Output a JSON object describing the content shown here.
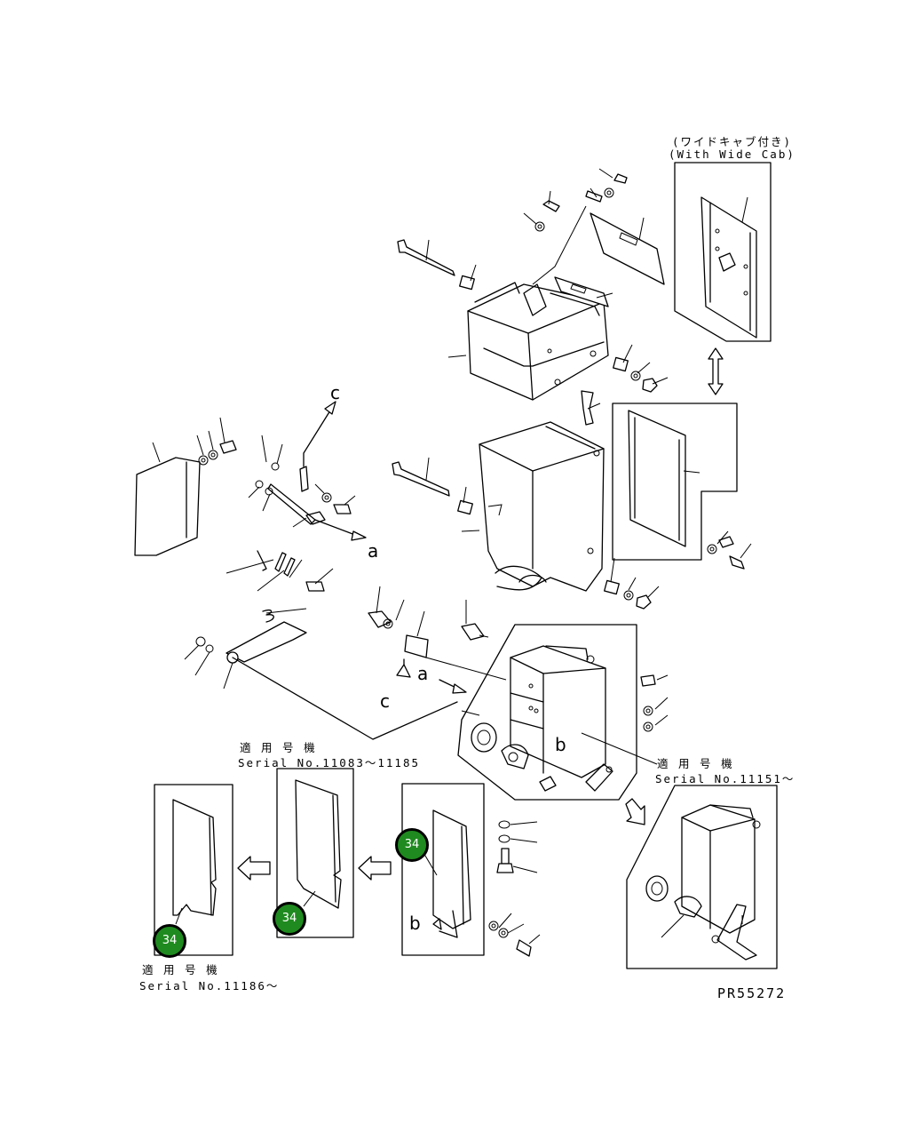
{
  "labels": {
    "wide_cab_jp": "(ワイドキャブ付き)",
    "wide_cab_en": "(With Wide Cab)",
    "serial_jp": "適 用 号 機",
    "serial_11151": "Serial No.11151～",
    "serial_11083": "Serial No.11083～11185",
    "serial_11186": "Serial No.11186～",
    "ref_a": "a",
    "ref_b": "b",
    "ref_c": "c",
    "drawing_code": "PR55272"
  },
  "callouts": [
    "34",
    "34",
    "34"
  ],
  "colors": {
    "callout_fill": "#1f8a1f",
    "line": "#000000",
    "background": "#ffffff"
  }
}
